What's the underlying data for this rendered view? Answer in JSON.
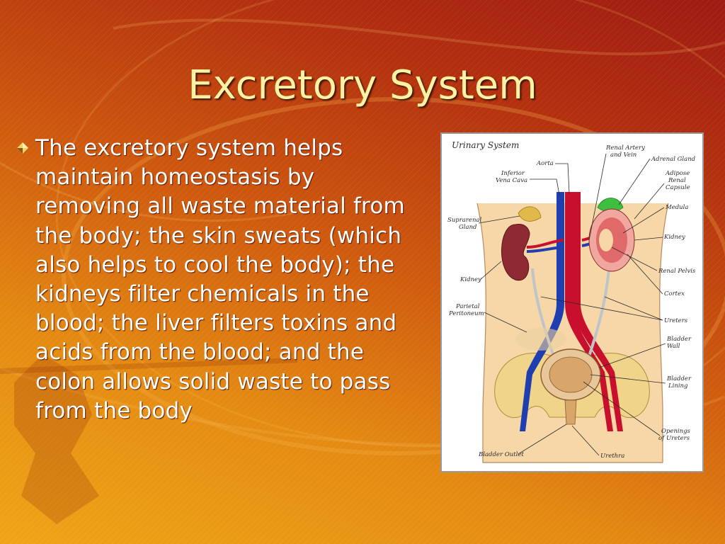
{
  "slide": {
    "title": "Excretory System",
    "bullet": "The excretory system helps maintain homeostasis by removing all waste material from the body; the skin sweats (which also helps to cool the body); the kidneys filter chemicals in the blood; the liver filters toxins and acids from the blood; and the colon allows solid waste to pass from the body"
  },
  "diagram": {
    "title": "Urinary System",
    "labels": {
      "aorta": "Aorta",
      "inferior_vena_cava_1": "Inferior",
      "inferior_vena_cava_2": "Vena Cava",
      "renal_artery_vein_1": "Renal Artery",
      "renal_artery_vein_2": "and Vein",
      "adrenal_gland": "Adrenal Gland",
      "adipose_1": "Adipose",
      "adipose_2": "Renal",
      "adipose_3": "Capsule",
      "medula": "Medula",
      "suprarenal_1": "Suprarenal",
      "suprarenal_2": "Gland",
      "kidney_right": "Kidney",
      "kidney_left": "Kidney",
      "renal_pelvis": "Renal Pelvis",
      "cortex": "Cortex",
      "parietal_1": "Parietal",
      "parietal_2": "Peritoneum",
      "ureters": "Ureters",
      "bladder_wall_1": "Bladder",
      "bladder_wall_2": "Wall",
      "bladder_lining_1": "Bladder",
      "bladder_lining_2": "Lining",
      "openings_1": "Openings",
      "openings_2": "of Ureters",
      "bladder_outlet": "Bladder Outlet",
      "urethra": "Urethra"
    }
  },
  "colors": {
    "title": "#fbf2a4",
    "body_text": "#ffffff",
    "artery": "#c8102e",
    "vein": "#1f3fb0",
    "skin": "#f7d7a8"
  }
}
